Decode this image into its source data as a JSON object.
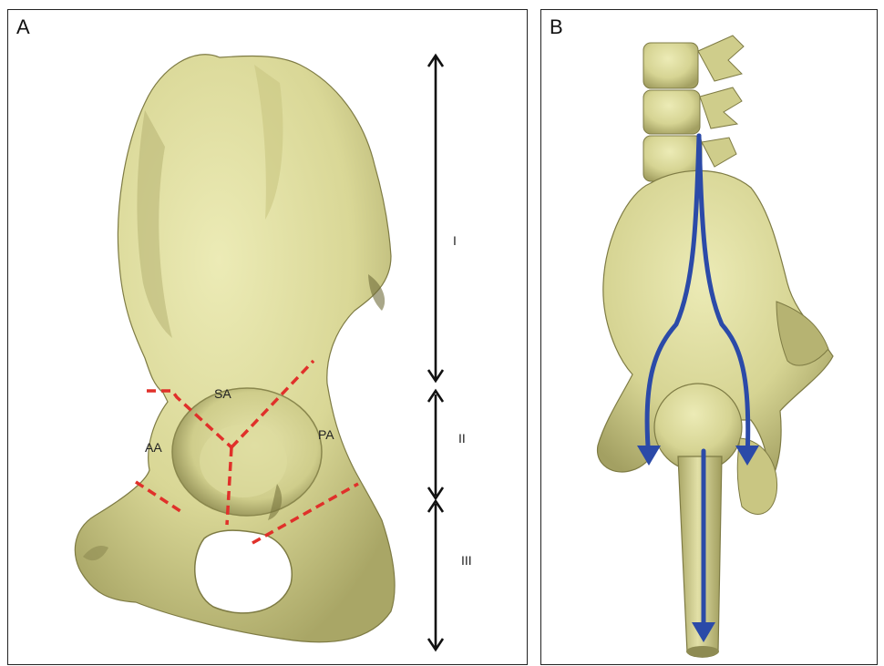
{
  "panels": [
    {
      "letter": "A",
      "zones": [
        "I",
        "II",
        "III"
      ],
      "regions": [
        "SA",
        "AA",
        "PA"
      ]
    },
    {
      "letter": "B"
    }
  ],
  "colors": {
    "bone": "#dedc9a",
    "bone_shadow": "#a7a463",
    "bone_dark": "#6f6d3a",
    "boundary_line": "#e0302a",
    "arrow_black": "#111111",
    "force_arrow": "#2b4aa8"
  },
  "icons": {
    "zone_arrow": "double-headed-arrow-icon",
    "force_arrow": "down-arrow-icon"
  }
}
